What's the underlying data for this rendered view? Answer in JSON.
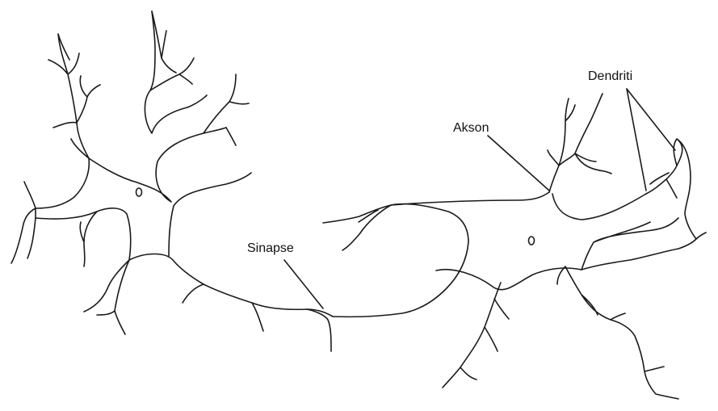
{
  "labels": {
    "synapse": "Sinapse",
    "axon": "Akson",
    "dendrites": "Dendriti"
  },
  "colors": {
    "background": "#ffffff",
    "line": "#1a1a1a",
    "text": "#111111"
  }
}
